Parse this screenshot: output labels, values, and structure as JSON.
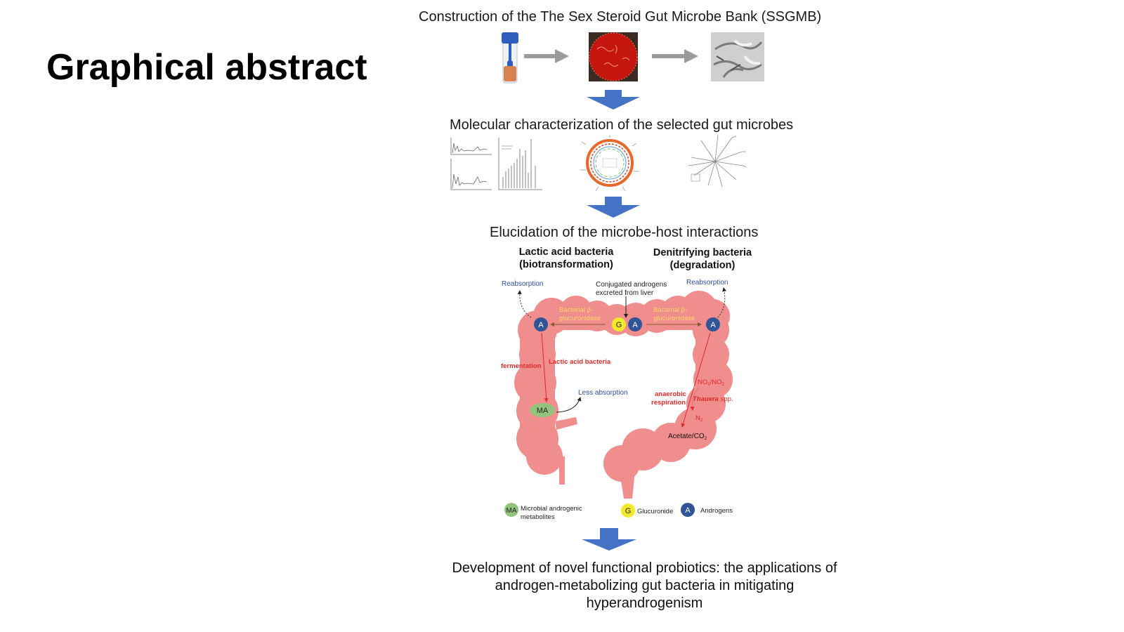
{
  "slide": {
    "title": "Graphical abstract"
  },
  "steps": {
    "construction": "Construction of the The Sex Steroid Gut Microbe Bank (SSGMB)",
    "molecular": "Molecular characterization of the selected gut microbes",
    "elucidation": "Elucidation of the microbe-host interactions",
    "final": "Development of novel functional probiotics: the applications of androgen-metabolizing gut bacteria in mitigating hyperandrogenism"
  },
  "interaction_diagram": {
    "lab_heading_1": "Lactic acid bacteria",
    "lab_heading_2": "(biotransformation)",
    "den_heading_1": "Denitrifying bacteria",
    "den_heading_2": "(degradation)",
    "reabsorption_left": "Reabsorption",
    "reabsorption_right": "Reabsorption",
    "conjugated_1": "Conjugated androgens",
    "conjugated_2": "excreted from liver",
    "enzyme_left_1": "Bacterial β-",
    "enzyme_left_2": "glucuronidase",
    "enzyme_right_1": "Bacterial β-",
    "enzyme_right_2": "glucuronidase",
    "fermentation": "fermentation",
    "lactic_acid_bacteria": "Lactic acid bacteria",
    "less_absorption": "Less absorption",
    "nitrate": "NO",
    "nitrite": "/NO",
    "sub3": "3",
    "sub2": "2",
    "anaerobic_1": "anaerobic",
    "anaerobic_2": "respiration",
    "thauera_genus": "Thauera",
    "thauera_spp": " spp.",
    "n2": "N",
    "acetate": "Acetate/CO",
    "circle_a": "A",
    "circle_g": "G",
    "circle_ma": "MA"
  },
  "legend": {
    "ma_symbol": "MA",
    "ma_label_1": "Microbial androgenic",
    "ma_label_2": "metabolites",
    "g_symbol": "G",
    "g_label": "Glucuronide",
    "a_symbol": "A",
    "a_label": "Androgens"
  },
  "colors": {
    "gut": "#f08d8d",
    "arrow_blue": "#4472c4",
    "androgen": "#2f5597",
    "glucuronide": "#f2e92a",
    "metabolite": "#93c47d",
    "enzyme_text": "#ffd966",
    "red_text": "#e02b2b",
    "blue_text": "#2f4fa0"
  },
  "icons": [
    "sample-tube-icon",
    "culture-plate-icon",
    "microscopy-image-icon",
    "mass-spectrum-icon",
    "circular-genome-map-icon",
    "phylogenetic-tree-icon",
    "down-arrow-icon",
    "right-arrow-icon"
  ]
}
